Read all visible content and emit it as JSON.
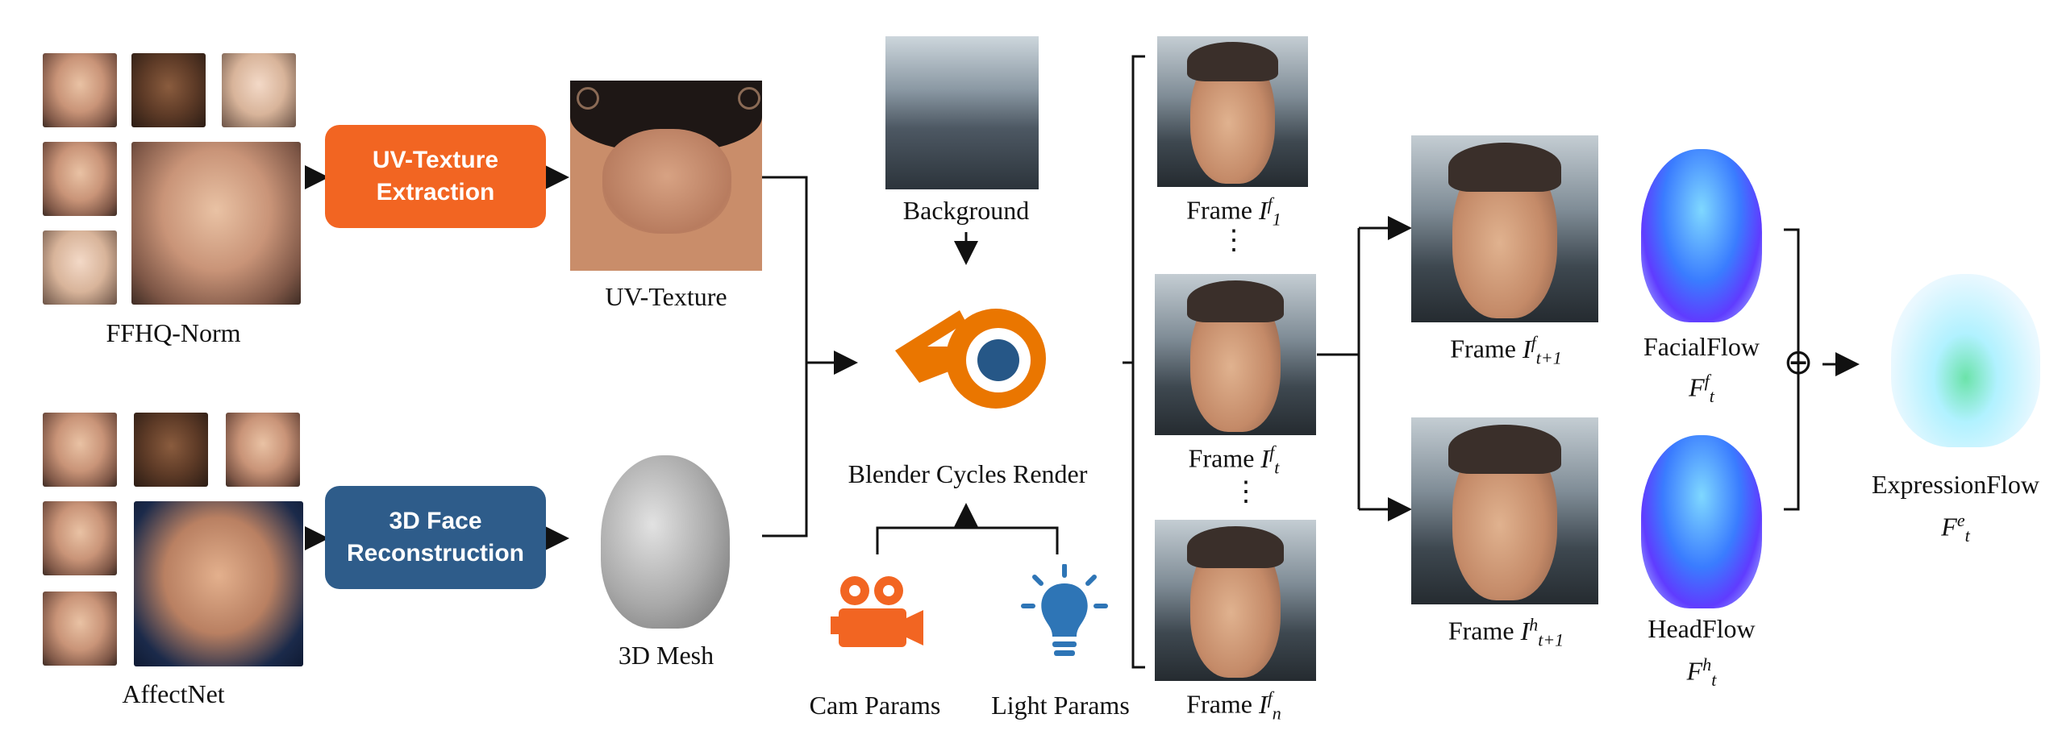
{
  "labels": {
    "ffhq": "FFHQ-Norm",
    "affectnet": "AffectNet",
    "uv_box": "UV-Texture Extraction",
    "recon_box": "3D Face Reconstruction",
    "uv_texture": "UV-Texture",
    "mesh": "3D Mesh",
    "background": "Background",
    "blender": "Blender Cycles Render",
    "cam": "Cam Params",
    "light": "Light Params",
    "frame_word": "Frame",
    "facialflow": "FacialFlow",
    "headflow": "HeadFlow",
    "expressionflow": "ExpressionFlow",
    "ellipsis": "⋮",
    "minus": "⊖"
  },
  "math": {
    "I": "I",
    "F": "F",
    "f": "f",
    "h": "h",
    "e": "e",
    "t": "t",
    "sub_1": "1",
    "sub_t1": "t+1",
    "sub_n": "n"
  },
  "colors": {
    "uv_box": "#F26522",
    "recon_box": "#2E5C8A",
    "blender_orange": "#EA7600",
    "blender_blue": "#265787",
    "icon_orange": "#F26522",
    "icon_blue": "#2E75B6"
  },
  "icons": {
    "blender": "blender-logo-icon",
    "camera": "video-camera-icon",
    "bulb": "light-bulb-icon"
  }
}
